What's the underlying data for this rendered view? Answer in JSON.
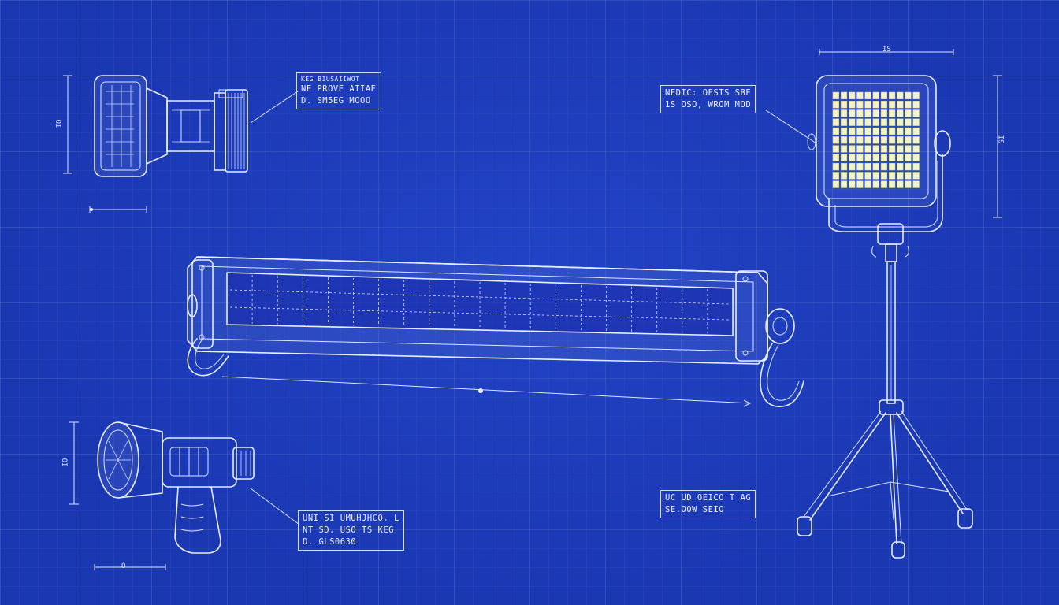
{
  "callouts": {
    "spotlight": [
      "KEG BIUSAIIWOT",
      "NE PROVE AIIAE",
      "D. SM5EG MOOO"
    ],
    "floodlight": [
      "NEDIC: OESTS SBE",
      "1S OSO, WROM MOD"
    ],
    "handheld": [
      "UNI SI UMUHJHCO. L",
      "NT SD. USO TS KEG",
      "D. GLS0630"
    ],
    "tripod": [
      "UC UD OEICO T AG",
      "SE.OOW SEIO"
    ]
  },
  "dimensions": {
    "spotlight_height": "IO",
    "handheld_height": "IO",
    "flood_width": "IS",
    "flood_height": "IS",
    "handheld_width": "O"
  },
  "colors": {
    "background": "#1b38b3",
    "line": "#e8eeff",
    "led": "#f2f4c8"
  }
}
